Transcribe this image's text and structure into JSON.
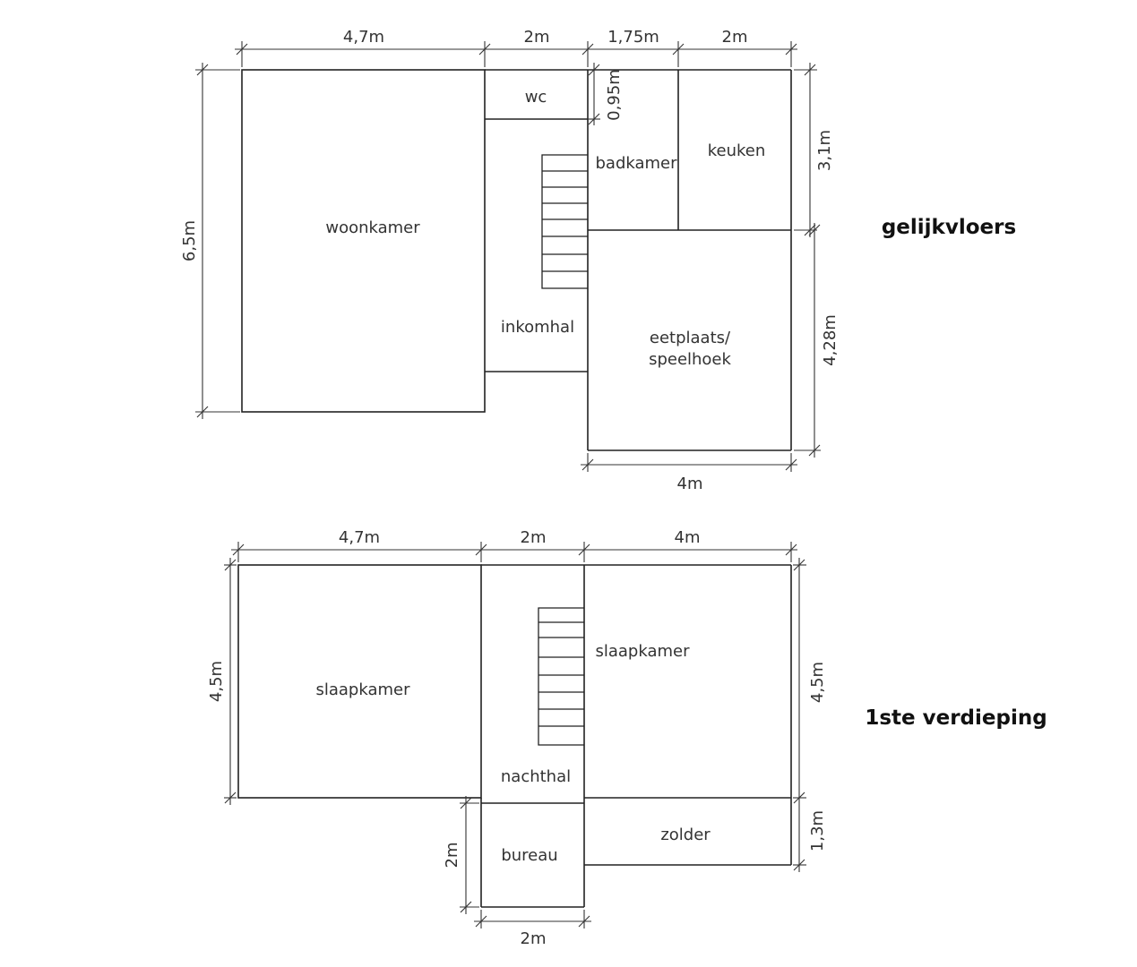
{
  "floors": {
    "ground": {
      "title": "gelijkvloers",
      "rooms": {
        "woonkamer": "woonkamer",
        "wc": "wc",
        "badkamer": "badkamer",
        "keuken": "keuken",
        "inkomhal": "inkomhal",
        "eetplaats_line1": "eetplaats/",
        "eetplaats_line2": "speelhoek"
      },
      "dimensions": {
        "top_woonkamer": "4,7m",
        "top_hal": "2m",
        "top_badkamer": "1,75m",
        "top_keuken": "2m",
        "wc_depth": "0,95m",
        "left_height": "6,5m",
        "right_upper": "3,1m",
        "right_lower": "4,28m",
        "bottom_eetplaats": "4m"
      }
    },
    "first": {
      "title": "1ste verdieping",
      "rooms": {
        "slaapkamer_left": "slaapkamer",
        "slaapkamer_right": "slaapkamer",
        "nachthal": "nachthal",
        "bureau": "bureau",
        "zolder": "zolder"
      },
      "dimensions": {
        "top_slaapkamer": "4,7m",
        "top_hal": "2m",
        "top_slaapkamer_right": "4m",
        "left_height": "4,5m",
        "right_height": "4,5m",
        "right_zolder": "1,3m",
        "bureau_height": "2m",
        "bottom_bureau": "2m"
      }
    }
  }
}
